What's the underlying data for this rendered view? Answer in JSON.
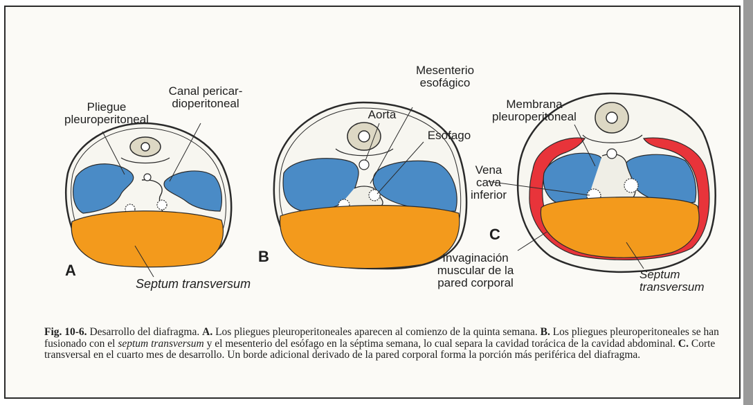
{
  "labels": {
    "a_pleuro_1": "Pliegue",
    "a_pleuro_2": "pleuroperitoneal",
    "a_canal_1": "Canal pericar-",
    "a_canal_2": "dioperitoneal",
    "a_letter": "A",
    "a_septum": "Septum transversum",
    "b_aorta": "Aorta",
    "b_mes_1": "Mesenterio",
    "b_mes_2": "esofágico",
    "b_esof": "Esófago",
    "b_letter": "B",
    "c_memb_1": "Membrana",
    "c_memb_2": "pleuroperitoneal",
    "c_vena_1": "Vena",
    "c_vena_2": "cava",
    "c_vena_3": "inferior",
    "c_letter": "C",
    "c_invag_1": "Invaginación",
    "c_invag_2": "muscular de la",
    "c_invag_3": "pared corporal",
    "c_septum_1": "Septum",
    "c_septum_2": "transversum"
  },
  "caption": {
    "fig": "Fig. 10-6.",
    "t1": " Desarrollo del diafragma. ",
    "a": "A.",
    "t2": " Los pliegues pleuroperitoneales aparecen al comienzo de la quinta semana. ",
    "b": "B.",
    "t3": " Los pliegues pleuroperitoneales se han fusionado con el ",
    "septum": "septum transversum",
    "t4": " y el mesenterio del esófago en la séptima semana, lo cual separa la cavidad torácica de la cavidad abdominal. ",
    "c": "C.",
    "t5": " Corte transversal en el cuarto mes de desarrollo. Un borde adicional derivado de la pared corporal forma la porción más periférica del diafragma."
  },
  "colors": {
    "pleural": "#4a8bc6",
    "septum": "#f39a1c",
    "muscle": "#e8343a",
    "line": "#2a2a2a"
  }
}
